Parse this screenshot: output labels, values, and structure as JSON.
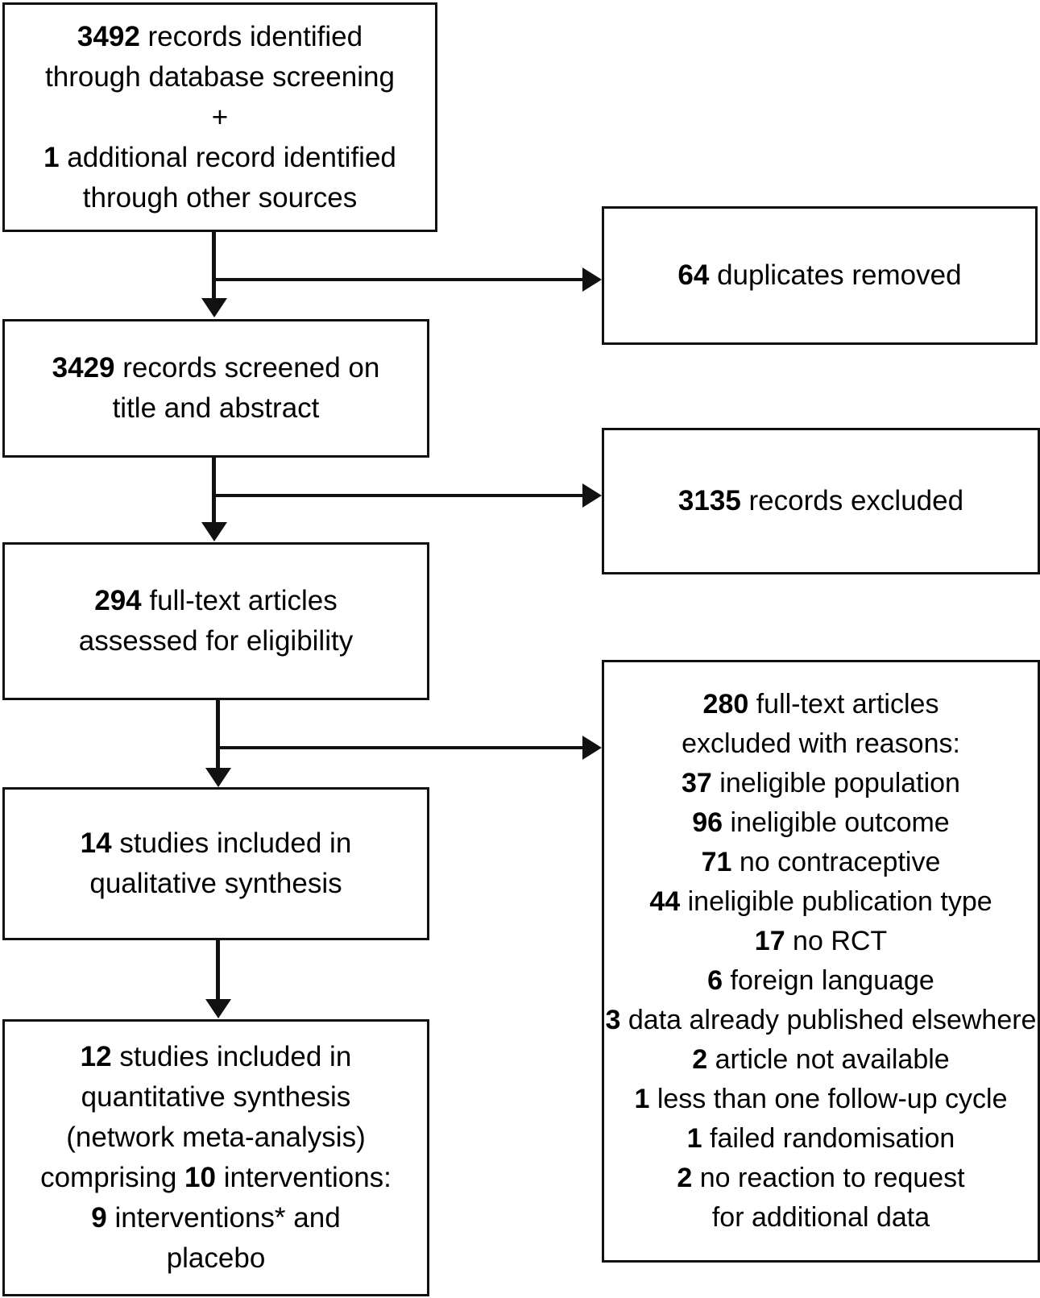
{
  "diagram": {
    "title": "PRISMA study selection flow diagram",
    "type": "flowchart",
    "line_color": "#111111",
    "background": "#ffffff"
  },
  "nodes": {
    "identification": {
      "name": "records-identified",
      "lines": [
        {
          "num": "3492",
          "text": " records identified"
        },
        {
          "num": "",
          "text": "through database screening"
        },
        {
          "num": "",
          "text": "+"
        },
        {
          "num": "1",
          "text": " additional record identified"
        },
        {
          "num": "",
          "text": "through other sources"
        }
      ]
    },
    "duplicates": {
      "name": "duplicates-removed",
      "lines": [
        {
          "num": "64",
          "text": " duplicates removed"
        }
      ]
    },
    "screened": {
      "name": "records-screened",
      "lines": [
        {
          "num": "3429",
          "text": " records screened on"
        },
        {
          "num": "",
          "text": "title and abstract"
        }
      ]
    },
    "excluded_records": {
      "name": "records-excluded",
      "lines": [
        {
          "num": "3135",
          "text": " records excluded"
        }
      ]
    },
    "fulltext": {
      "name": "full-text-assessed",
      "lines": [
        {
          "num": "294",
          "text": " full-text articles"
        },
        {
          "num": "",
          "text": "assessed for eligibility"
        }
      ]
    },
    "excluded_fulltext": {
      "name": "full-text-excluded-with-reasons",
      "lines": [
        {
          "num": "280",
          "text": " full-text articles"
        },
        {
          "num": "",
          "text": "excluded with reasons:"
        },
        {
          "num": "37",
          "text": " ineligible population"
        },
        {
          "num": "96",
          "text": " ineligible outcome"
        },
        {
          "num": "71",
          "text": " no contraceptive"
        },
        {
          "num": "44",
          "text": " ineligible publication type"
        },
        {
          "num": "17",
          "text": " no RCT"
        },
        {
          "num": "6",
          "text": " foreign language"
        },
        {
          "num": "3",
          "text": " data already published elsewhere"
        },
        {
          "num": "2",
          "text": " article not available"
        },
        {
          "num": "1",
          "text": " less than one follow-up cycle"
        },
        {
          "num": "1",
          "text": " failed randomisation"
        },
        {
          "num": "2",
          "text": " no reaction to request"
        },
        {
          "num": "",
          "text": "for additional data"
        }
      ]
    },
    "qualitative": {
      "name": "qualitative-synthesis",
      "lines": [
        {
          "num": "14",
          "text": " studies included in"
        },
        {
          "num": "",
          "text": "qualitative synthesis"
        }
      ]
    },
    "quantitative": {
      "name": "quantitative-synthesis",
      "lines": [
        {
          "num": "12",
          "text": " studies included in"
        },
        {
          "num": "",
          "text": "quantitative synthesis"
        },
        {
          "num": "",
          "text": "(network meta-analysis)"
        },
        {
          "num": "",
          "text": "comprising ",
          "num2": "10",
          "text2": " interventions:"
        },
        {
          "num": "9",
          "text": " interventions* and"
        },
        {
          "num": "",
          "text": "placebo"
        }
      ]
    }
  },
  "chart_data": {
    "type": "flowchart",
    "counts": {
      "records_identified_database": 3492,
      "records_identified_other": 1,
      "duplicates_removed": 64,
      "records_screened": 3429,
      "records_excluded": 3135,
      "full_text_assessed": 294,
      "full_text_excluded": 280,
      "studies_qualitative": 14,
      "studies_quantitative": 12,
      "interventions_total": 10,
      "interventions_active": 9
    },
    "exclusion_reasons": [
      {
        "reason": "ineligible population",
        "count": 37
      },
      {
        "reason": "ineligible outcome",
        "count": 96
      },
      {
        "reason": "no contraceptive",
        "count": 71
      },
      {
        "reason": "ineligible publication type",
        "count": 44
      },
      {
        "reason": "no RCT",
        "count": 17
      },
      {
        "reason": "foreign language",
        "count": 6
      },
      {
        "reason": "data already published elsewhere",
        "count": 3
      },
      {
        "reason": "article not available",
        "count": 2
      },
      {
        "reason": "less than one follow-up cycle",
        "count": 1
      },
      {
        "reason": "failed randomisation",
        "count": 1
      },
      {
        "reason": "no reaction to request for additional data",
        "count": 2
      }
    ]
  }
}
